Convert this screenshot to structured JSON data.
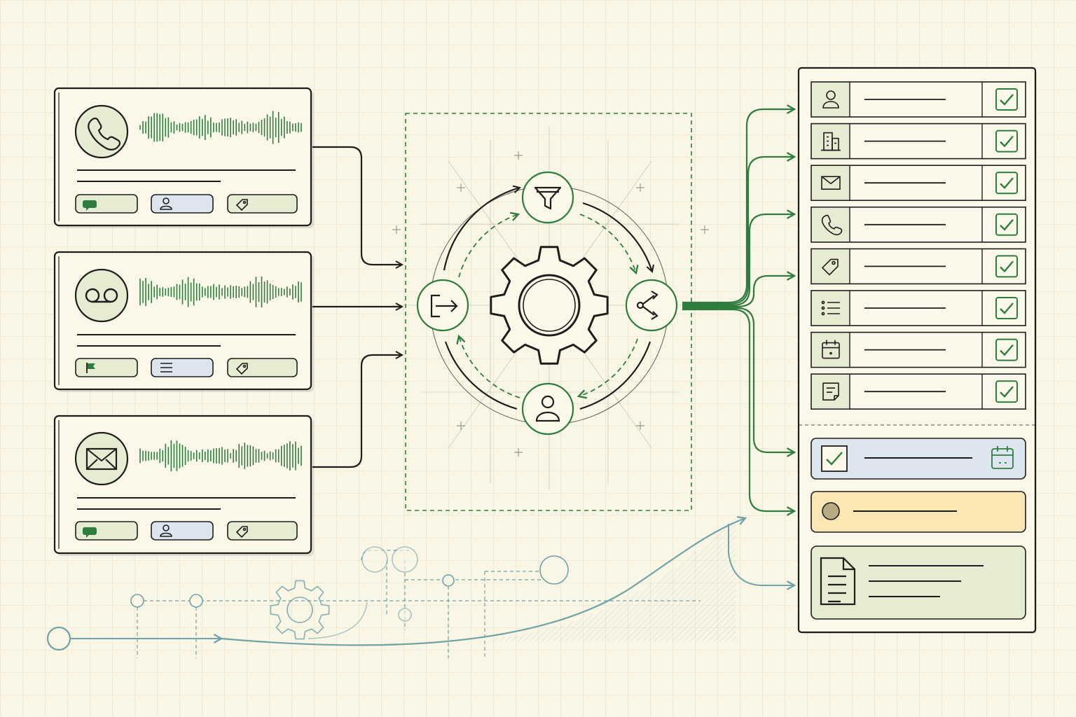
{
  "colors": {
    "background": "#faf6e6",
    "ink": "#1d1d1b",
    "green": "#2e7d3f",
    "green_fill": "#e6ecd1",
    "blue_fill": "#dde6ee",
    "yellow_fill": "#fbe6b4",
    "teal": "#6fa3a7"
  },
  "input_cards": [
    {
      "source_icon": "phone-icon",
      "tags": [
        "chat-bubble-icon",
        "user-icon",
        "tag-icon"
      ]
    },
    {
      "source_icon": "voicemail-icon",
      "tags": [
        "flag-icon",
        "list-icon",
        "tag-icon"
      ]
    },
    {
      "source_icon": "envelope-icon",
      "tags": [
        "chat-bubble-icon",
        "user-icon",
        "tag-icon"
      ]
    }
  ],
  "processing_hub": {
    "center_icon": "gear-icon",
    "nodes": [
      "filter-icon",
      "distribute-icon",
      "user-icon",
      "ingest-icon"
    ]
  },
  "output_fields": [
    {
      "icon": "user-icon",
      "checked": true
    },
    {
      "icon": "building-icon",
      "checked": true
    },
    {
      "icon": "envelope-icon",
      "checked": true
    },
    {
      "icon": "phone-icon",
      "checked": true
    },
    {
      "icon": "tag-icon",
      "checked": true
    },
    {
      "icon": "list-icon",
      "checked": true
    },
    {
      "icon": "calendar-icon",
      "checked": true
    },
    {
      "icon": "note-icon",
      "checked": true
    }
  ],
  "output_items": [
    {
      "type": "task",
      "icon": "checkbox-icon",
      "trailing_icon": "calendar-icon",
      "status_color": "#dde6ee"
    },
    {
      "type": "status",
      "icon": "status-dot-icon",
      "status_color": "#fbe6b4"
    },
    {
      "type": "document",
      "icon": "document-icon",
      "status_color": "#e6ecd1"
    }
  ]
}
